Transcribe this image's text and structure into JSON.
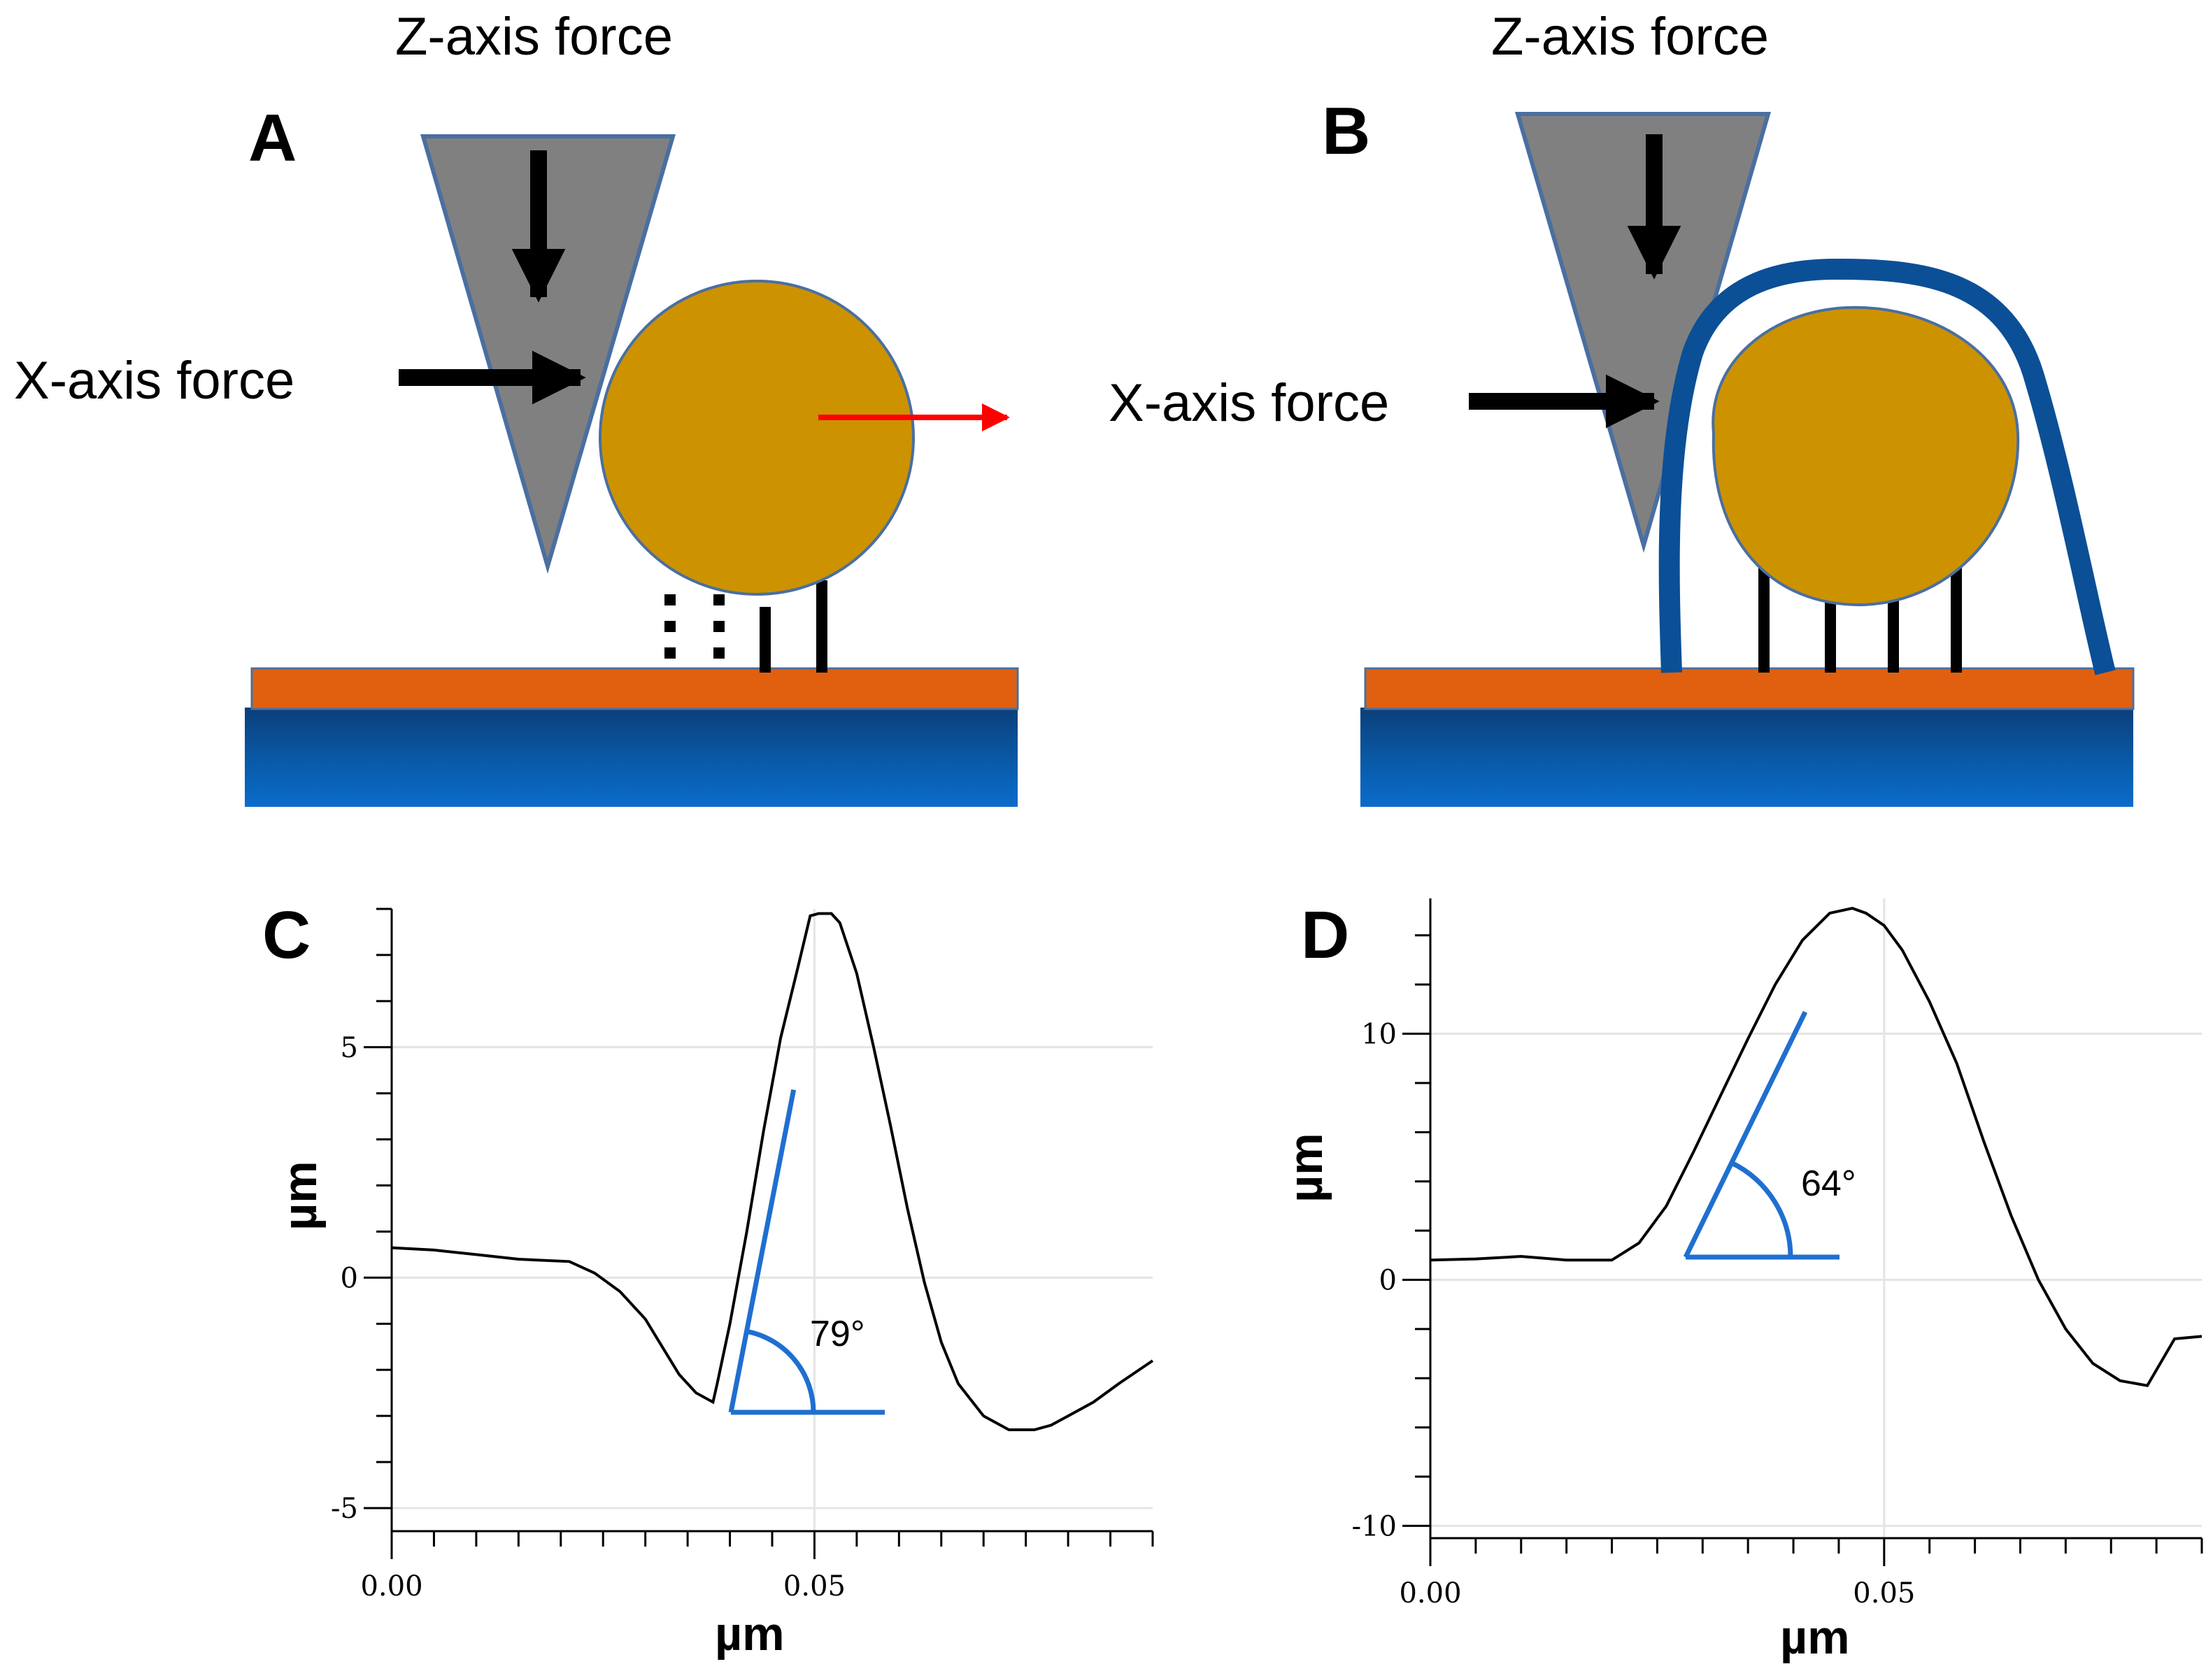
{
  "panels": {
    "A": {
      "letter": "A",
      "z_force_label": "Z-axis force",
      "x_force_label": "X-axis force"
    },
    "B": {
      "letter": "B",
      "z_force_label": "Z-axis force",
      "x_force_label": "X-axis force"
    }
  },
  "colors": {
    "probe": "#808080",
    "particle": "#cc9200",
    "film": "#e06010",
    "substrate": "#0a5aa8",
    "coating": "#0b4f96",
    "red_arrow": "#ff0000",
    "angle_marker": "#1f6fd0"
  },
  "chart_data": [
    {
      "panel": "C",
      "type": "line",
      "letter": "C",
      "xlabel": "µm",
      "ylabel": "µm",
      "xlim": [
        0.0,
        0.09
      ],
      "ylim": [
        -5.5,
        8.0
      ],
      "x_tick_labels": [
        "0.00",
        "0.05"
      ],
      "y_tick_labels": [
        "-5",
        "0",
        "5"
      ],
      "x_ticks": [
        0.0,
        0.05
      ],
      "y_ticks": [
        -5,
        0,
        5
      ],
      "angle_label": "79°",
      "angle_deg": 79,
      "grid": true,
      "profile": {
        "x": [
          0.0,
          0.005,
          0.01,
          0.015,
          0.021,
          0.024,
          0.027,
          0.03,
          0.032,
          0.034,
          0.036,
          0.038,
          0.0385,
          0.04,
          0.042,
          0.044,
          0.046,
          0.048,
          0.0495,
          0.0505,
          0.052,
          0.053,
          0.055,
          0.057,
          0.059,
          0.061,
          0.063,
          0.065,
          0.067,
          0.07,
          0.073,
          0.076,
          0.078,
          0.08,
          0.083,
          0.086,
          0.09
        ],
        "y": [
          0.65,
          0.6,
          0.5,
          0.4,
          0.35,
          0.1,
          -0.3,
          -0.9,
          -1.5,
          -2.1,
          -2.5,
          -2.7,
          -2.3,
          -1.0,
          1.0,
          3.2,
          5.2,
          6.7,
          7.85,
          7.9,
          7.9,
          7.7,
          6.6,
          5.0,
          3.3,
          1.5,
          -0.1,
          -1.4,
          -2.3,
          -3.0,
          -3.3,
          -3.3,
          -3.2,
          -3.0,
          -2.7,
          -2.3,
          -1.8
        ]
      }
    },
    {
      "panel": "D",
      "type": "line",
      "letter": "D",
      "xlabel": "µm",
      "ylabel": "µm",
      "xlim": [
        0.0,
        0.085
      ],
      "ylim": [
        -10.5,
        15.5
      ],
      "x_tick_labels": [
        "0.00",
        "0.05"
      ],
      "y_tick_labels": [
        "-10",
        "0",
        "10"
      ],
      "x_ticks": [
        0.0,
        0.05
      ],
      "y_ticks": [
        -10,
        0,
        10
      ],
      "angle_label": "64°",
      "angle_deg": 64,
      "grid": true,
      "profile": {
        "x": [
          0.0,
          0.005,
          0.01,
          0.015,
          0.02,
          0.023,
          0.026,
          0.029,
          0.032,
          0.035,
          0.038,
          0.041,
          0.044,
          0.0465,
          0.048,
          0.05,
          0.052,
          0.055,
          0.058,
          0.061,
          0.064,
          0.067,
          0.07,
          0.073,
          0.076,
          0.079,
          0.082,
          0.085
        ],
        "y": [
          0.8,
          0.85,
          0.95,
          0.8,
          0.8,
          1.5,
          3.0,
          5.2,
          7.5,
          9.8,
          12.0,
          13.8,
          14.9,
          15.1,
          14.9,
          14.4,
          13.4,
          11.3,
          8.8,
          5.6,
          2.6,
          0.0,
          -2.0,
          -3.4,
          -4.1,
          -4.3,
          -2.4,
          -2.3
        ]
      }
    }
  ]
}
